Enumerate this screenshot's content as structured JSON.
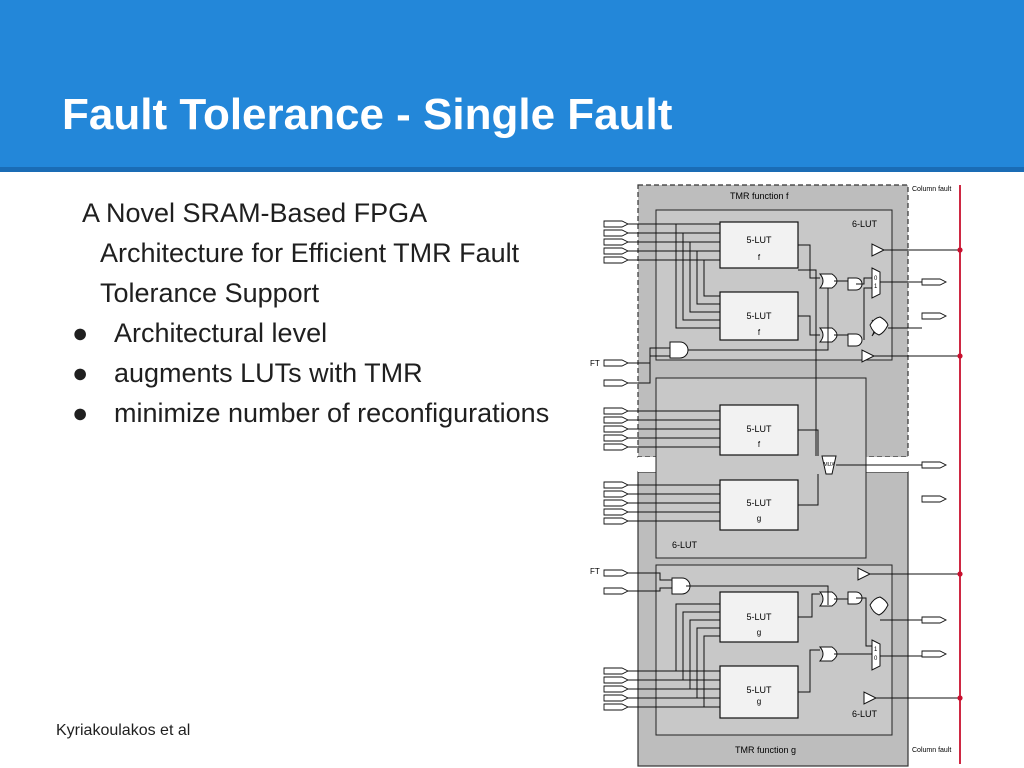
{
  "slide": {
    "title": "Fault Tolerance - Single Fault",
    "intro": "A Novel SRAM-Based FPGA Architecture for Efficient TMR Fault Tolerance Support",
    "bullets": [
      "Architectural level",
      "augments LUTs with TMR",
      "minimize number of reconfigurations"
    ],
    "bullet_symbol": "●",
    "footer": "Kyriakoulakos et al"
  },
  "diagram": {
    "tmr_f_label": "TMR function f",
    "tmr_g_label": "TMR function g",
    "column_fault_label": "Column fault",
    "lut6_label": "6-LUT",
    "lut5_label": "5-LUT",
    "ft_label": "FT",
    "luts": [
      {
        "label": "5-LUT",
        "func": "f"
      },
      {
        "label": "5-LUT",
        "func": "f"
      },
      {
        "label": "5-LUT",
        "func": "f"
      },
      {
        "label": "5-LUT",
        "func": "g"
      },
      {
        "label": "5-LUT",
        "func": "g"
      },
      {
        "label": "5-LUT",
        "func": "g"
      }
    ],
    "mux_labels": {
      "top_a": "0",
      "top_b": "1",
      "bottom_a": "1",
      "bottom_b": "0",
      "middle": "MUX"
    },
    "colors": {
      "lut_block_fill": "#c8c8c8",
      "tmr_region_fill": "#bdbdbd",
      "column_fault_line": "#c8102e",
      "wire": "#1a1a1a"
    }
  }
}
